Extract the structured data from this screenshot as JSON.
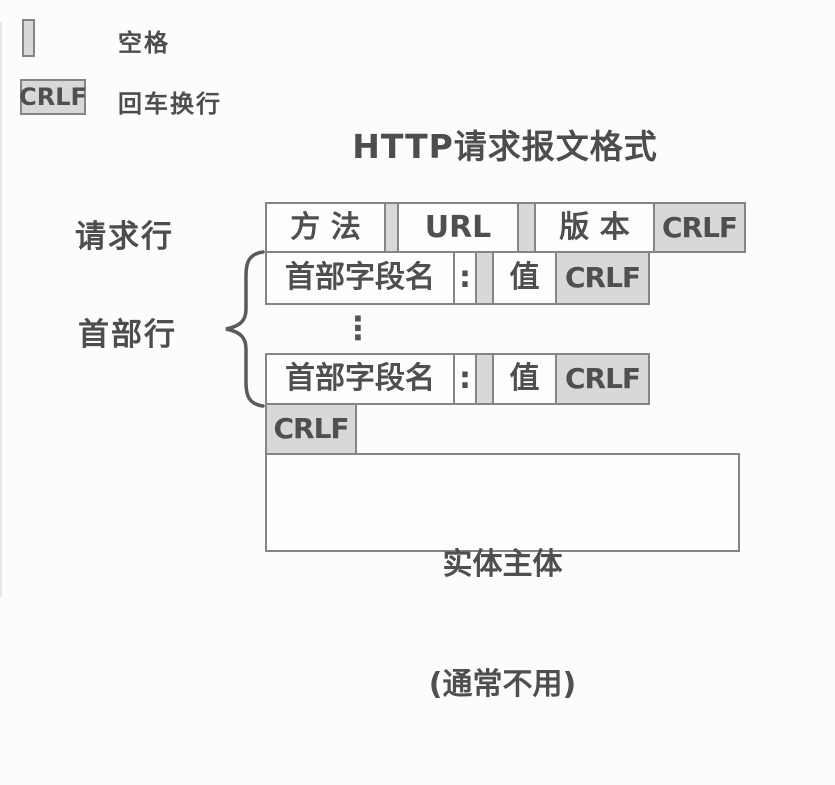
{
  "title": "HTTP请求报文格式",
  "colors": {
    "box_fill_gray": "#d8d8d8",
    "box_fill_white": "#fdfdfd",
    "box_border": "#858585",
    "text": "#4f4f4f"
  },
  "legend": {
    "space_label": "空格",
    "crlf_box_text": "CRLF",
    "crlf_label": "回车换行"
  },
  "diagram": {
    "request_line": {
      "label": "请求行",
      "cells": [
        {
          "name": "method",
          "text": "方 法"
        },
        {
          "name": "space-1",
          "text": ""
        },
        {
          "name": "url",
          "text": "URL"
        },
        {
          "name": "space-2",
          "text": ""
        },
        {
          "name": "version",
          "text": "版 本"
        },
        {
          "name": "crlf",
          "text": "CRLF"
        }
      ]
    },
    "header_rows": {
      "label": "首部行",
      "cells": [
        {
          "name": "field-name",
          "text": "首部字段名"
        },
        {
          "name": "colon",
          "text": ":"
        },
        {
          "name": "space",
          "text": ""
        },
        {
          "name": "value",
          "text": "值"
        },
        {
          "name": "crlf",
          "text": "CRLF"
        }
      ],
      "ellipsis": "⋮"
    },
    "blank_line": {
      "crlf": "CRLF"
    },
    "entity_body": {
      "line1": "实体主体",
      "line2": "(通常不用)"
    }
  }
}
